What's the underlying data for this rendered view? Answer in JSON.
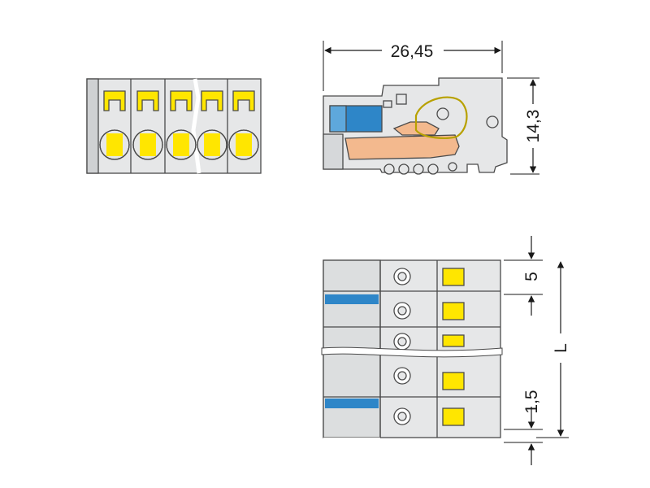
{
  "dimensions": {
    "width_label": "26,45",
    "height_label": "14,3",
    "pitch_label": "5",
    "length_label": "L",
    "offset_label": "1,5"
  },
  "colors": {
    "body": "#e6e7e8",
    "body_dark": "#cfd1d3",
    "outline": "#4a4a4a",
    "lever": "#ffe600",
    "release": "#2e86c8",
    "contact": "#f3b98e",
    "dim_line": "#1a1a1a"
  }
}
